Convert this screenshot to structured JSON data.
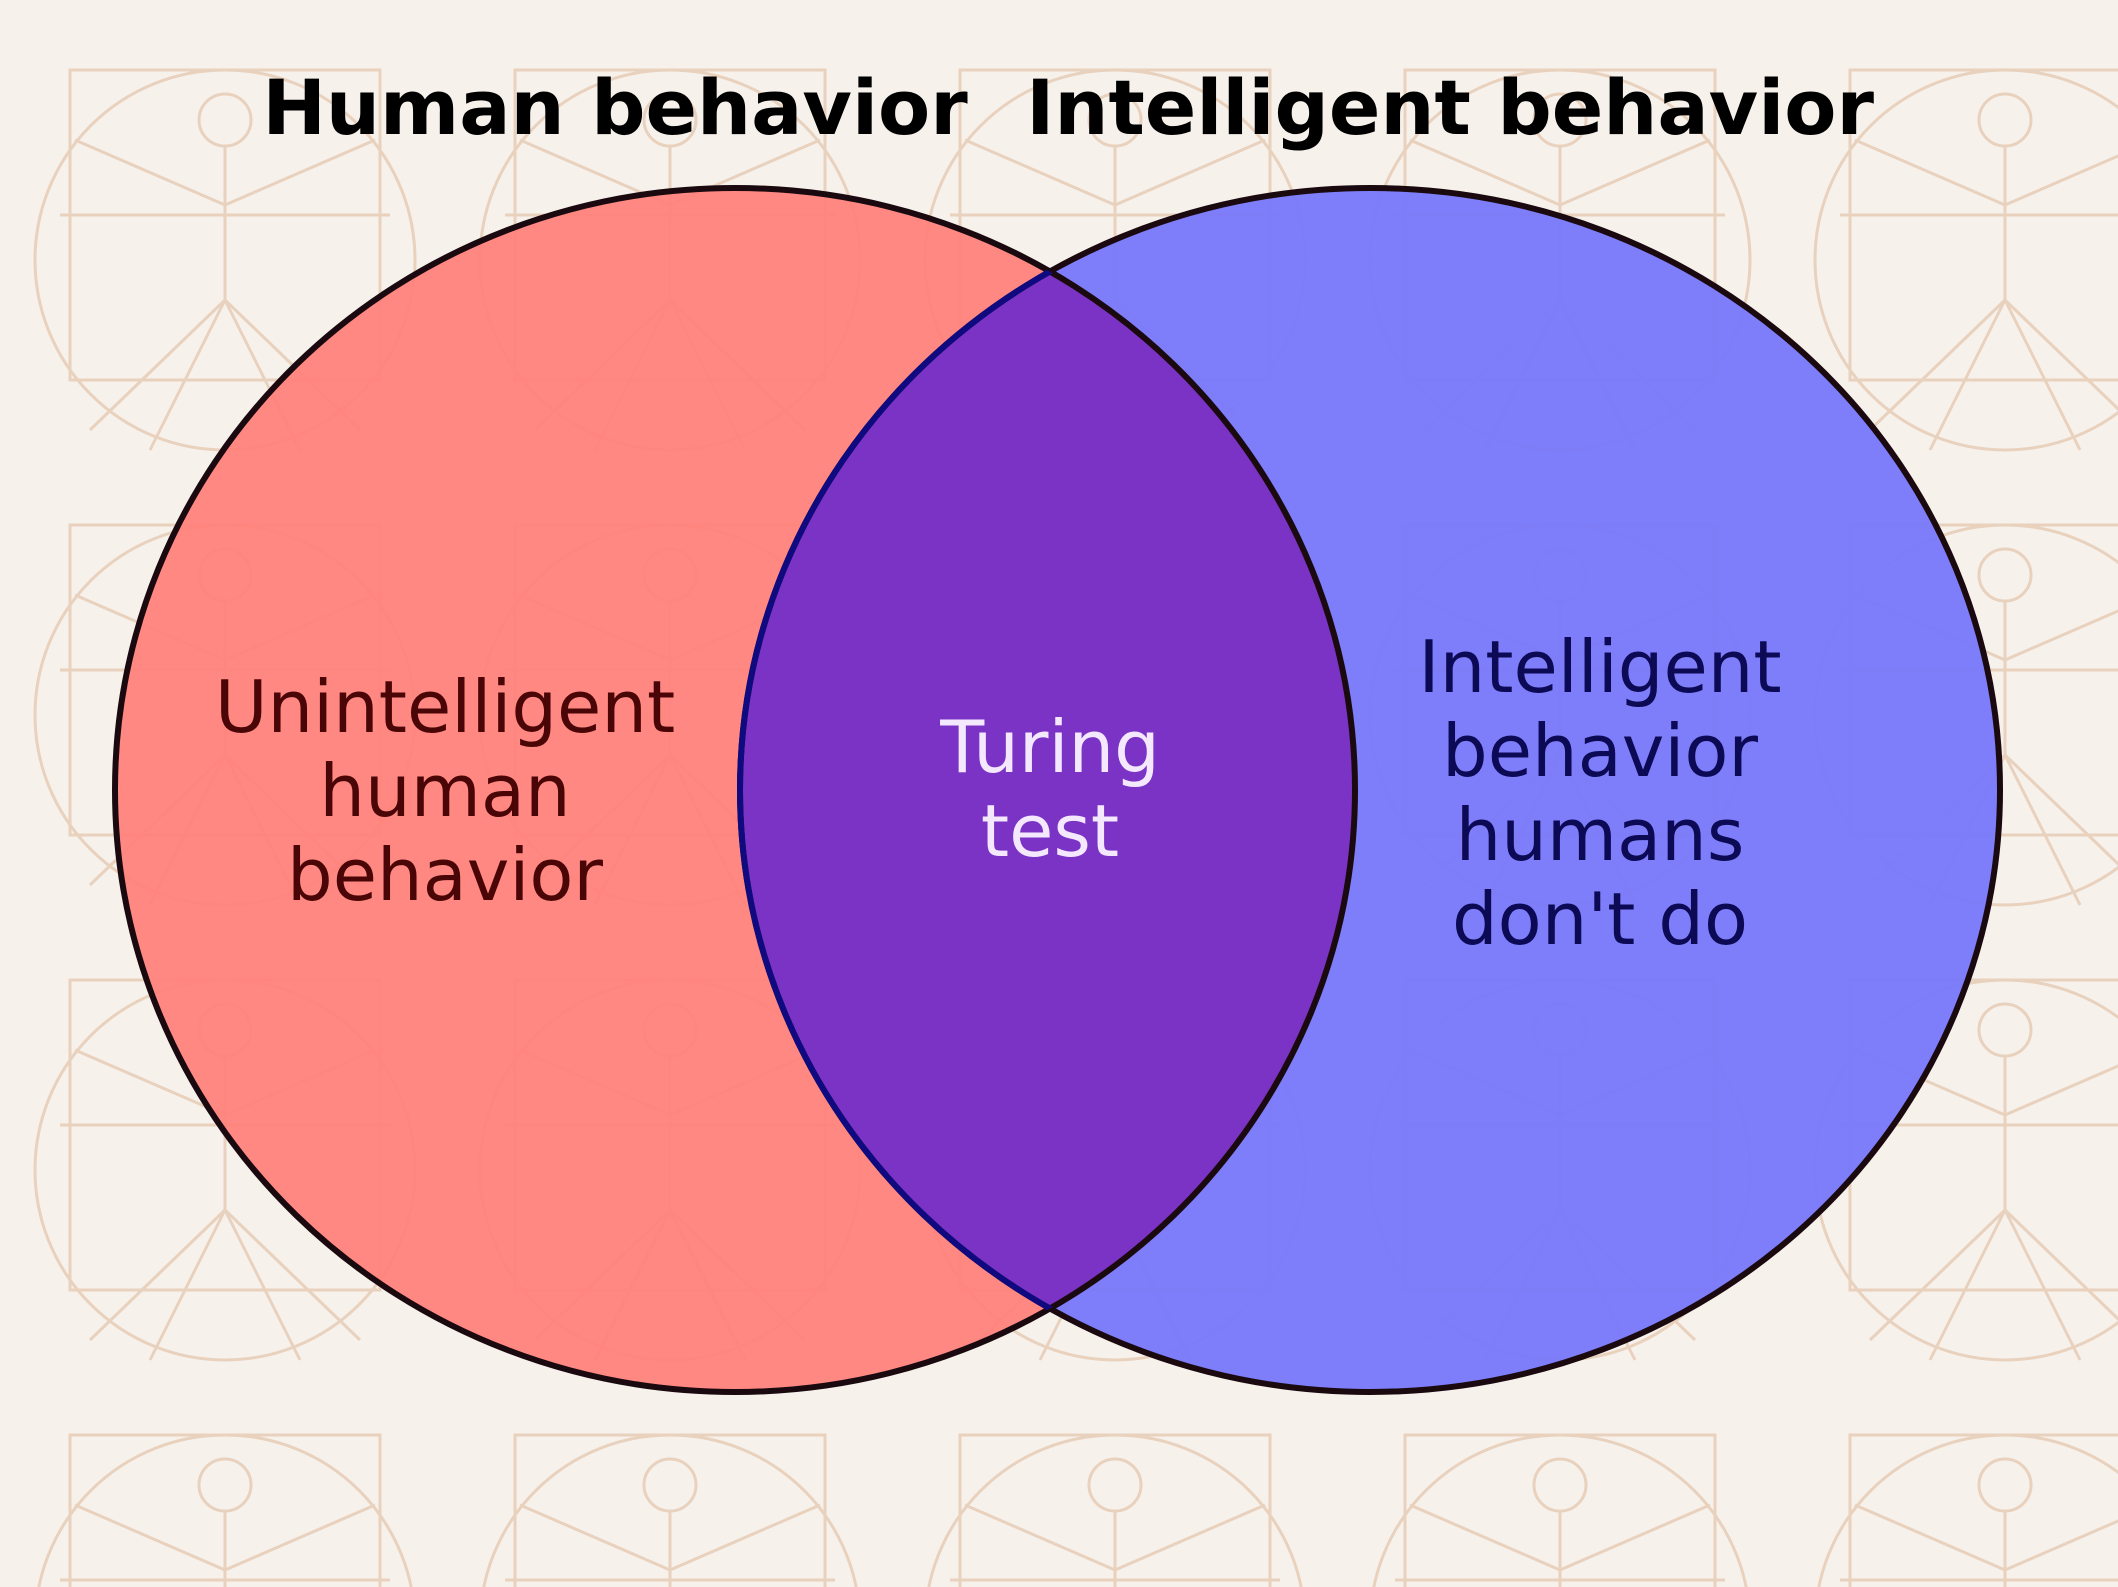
{
  "titles": {
    "left": "Human behavior",
    "right": "Intelligent behavior"
  },
  "regions": {
    "left_only": [
      "Unintelligent",
      "human",
      "behavior"
    ],
    "overlap": [
      "Turing",
      "test"
    ],
    "right_only": [
      "Intelligent",
      "behavior",
      "humans",
      "don't do"
    ]
  },
  "colors": {
    "background": "#f7f1ec",
    "left_fill": "#ff7f7a",
    "right_fill": "#7474fb",
    "overlap_fill": "#7a33c4",
    "left_text": "#4a0606",
    "overlap_text": "#f4e8ff",
    "right_text": "#0c0a55",
    "sketch": "#e7cdb8"
  }
}
